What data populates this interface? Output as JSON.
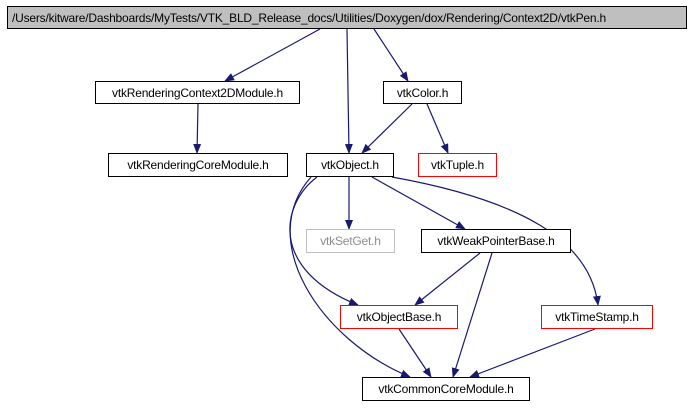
{
  "diagram": {
    "nodes": [
      {
        "id": "root",
        "label": "/Users/kitware/Dashboards/MyTests/VTK_BLD_Release_docs/Utilities/Doxygen/dox/Rendering/Context2D/vtkPen.h",
        "style": "root"
      },
      {
        "id": "rc2d",
        "label": "vtkRenderingContext2DModule.h",
        "style": "normal"
      },
      {
        "id": "color",
        "label": "vtkColor.h",
        "style": "normal"
      },
      {
        "id": "rcore",
        "label": "vtkRenderingCoreModule.h",
        "style": "normal"
      },
      {
        "id": "object",
        "label": "vtkObject.h",
        "style": "normal"
      },
      {
        "id": "tuple",
        "label": "vtkTuple.h",
        "style": "red"
      },
      {
        "id": "setget",
        "label": "vtkSetGet.h",
        "style": "grey"
      },
      {
        "id": "weak",
        "label": "vtkWeakPointerBase.h",
        "style": "normal"
      },
      {
        "id": "objbase",
        "label": "vtkObjectBase.h",
        "style": "red"
      },
      {
        "id": "timestamp",
        "label": "vtkTimeStamp.h",
        "style": "red"
      },
      {
        "id": "commoncore",
        "label": "vtkCommonCoreModule.h",
        "style": "normal"
      }
    ],
    "edges": [
      [
        "root",
        "rc2d"
      ],
      [
        "root",
        "object"
      ],
      [
        "root",
        "color"
      ],
      [
        "rc2d",
        "rcore"
      ],
      [
        "color",
        "object"
      ],
      [
        "color",
        "tuple"
      ],
      [
        "object",
        "setget"
      ],
      [
        "object",
        "weak"
      ],
      [
        "object",
        "objbase"
      ],
      [
        "object",
        "timestamp"
      ],
      [
        "object",
        "commoncore"
      ],
      [
        "weak",
        "objbase"
      ],
      [
        "weak",
        "commoncore"
      ],
      [
        "objbase",
        "commoncore"
      ],
      [
        "timestamp",
        "commoncore"
      ]
    ],
    "colors": {
      "edge": "#191970",
      "root_fill": "#bfbfbf",
      "node_border": "#000000",
      "missing_border": "#ff0000",
      "external_border": "#bfbfbf"
    }
  }
}
